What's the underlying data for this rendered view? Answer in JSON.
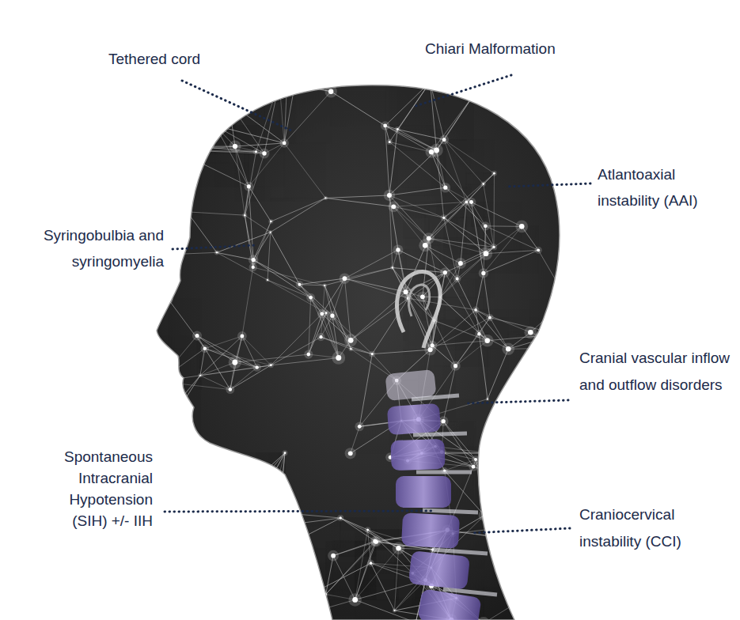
{
  "diagram": {
    "labels": [
      "Tethered cord",
      "Chiari Malformation",
      "Atlantoaxial instability (AAI)",
      "Syringobulbia and syringomyelia",
      "Cranial vascular inflow and outflow disorders",
      "Spontaneous Intracranial Hypotension (SIH) +/- IIH",
      "Craniocervical instability (CCI)"
    ]
  }
}
